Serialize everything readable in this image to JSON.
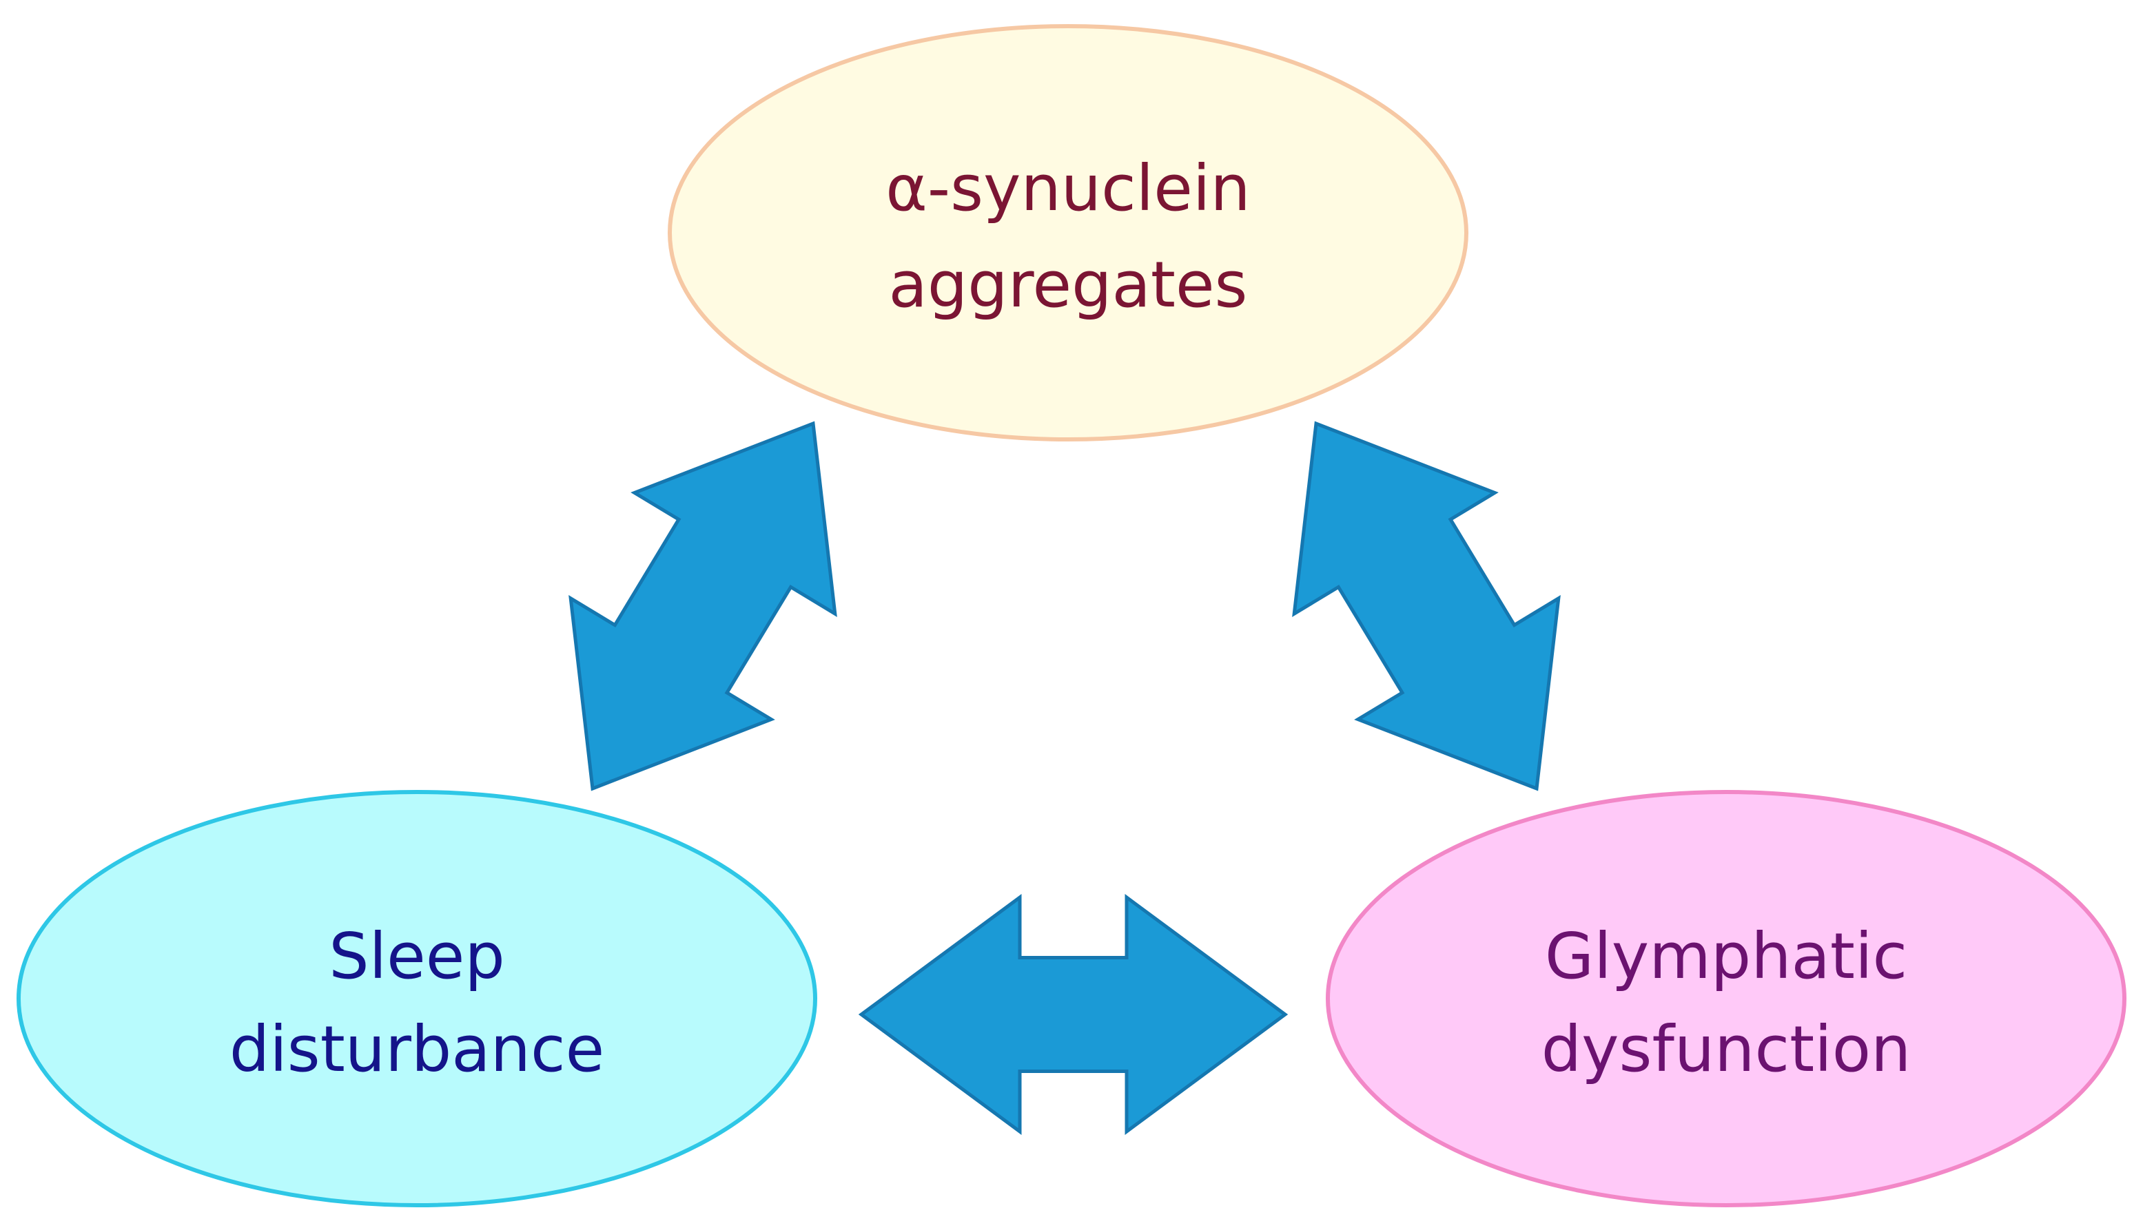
{
  "nodes": {
    "synuclein": {
      "line1": "α-synuclein",
      "line2": "aggregates",
      "fill": "#fffbe2",
      "stroke": "#f6c8a4",
      "text_color": "#7b1533"
    },
    "sleep": {
      "line1": "Sleep",
      "line2": "disturbance",
      "fill": "#b8fbfd",
      "stroke": "#2ec7e6",
      "text_color": "#14148a"
    },
    "glymphatic": {
      "line1": "Glymphatic",
      "line2": "dysfunction",
      "fill": "#ffc9f8",
      "stroke": "#f287c7",
      "text_color": "#6b1270"
    }
  },
  "arrows": {
    "fill": "#1b9ad6",
    "stroke": "#1577b0",
    "links": [
      {
        "from": "Sleep disturbance",
        "to": "α-synuclein aggregates",
        "direction": "bidirectional"
      },
      {
        "from": "α-synuclein aggregates",
        "to": "Glymphatic dysfunction",
        "direction": "bidirectional"
      },
      {
        "from": "Sleep disturbance",
        "to": "Glymphatic dysfunction",
        "direction": "bidirectional"
      }
    ]
  }
}
